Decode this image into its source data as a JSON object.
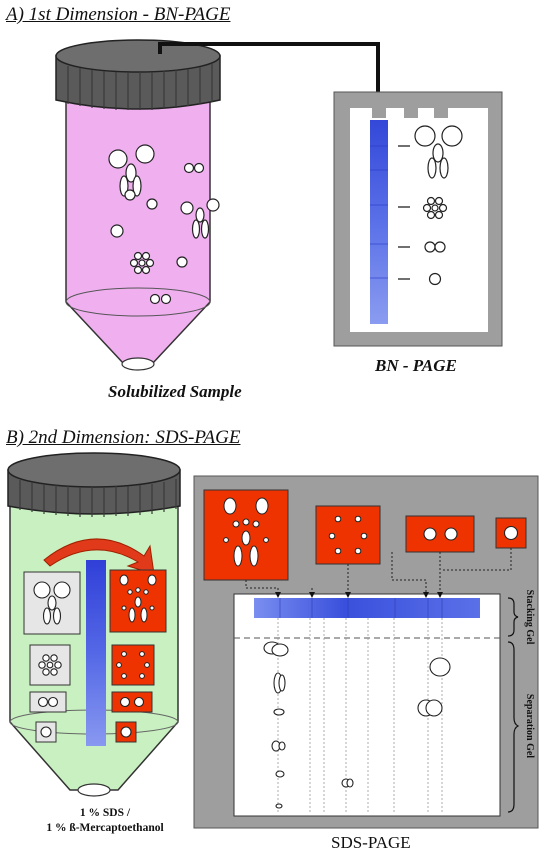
{
  "section_a": {
    "title": "A) 1st Dimension - BN-PAGE",
    "tube_caption": "Solubilized Sample",
    "gel_caption": "BN - PAGE"
  },
  "section_b": {
    "title": "B) 2nd Dimension: SDS-PAGE",
    "tube_caption_line1": "1 % SDS /",
    "tube_caption_line2": "1 % ß-Mercaptoethanol",
    "gel_caption": "SDS-PAGE",
    "stacking_gel_label": "Stacking Gel",
    "separation_gel_label": "Separation Gel"
  },
  "colors": {
    "tube_cap": "#555555",
    "pink_solution": "#f0b0f0",
    "green_solution": "#c8f0c0",
    "gel_frame": "#9e9e9e",
    "lane_blue": "#4a5ee0",
    "subunit_red": "#ee3300"
  }
}
